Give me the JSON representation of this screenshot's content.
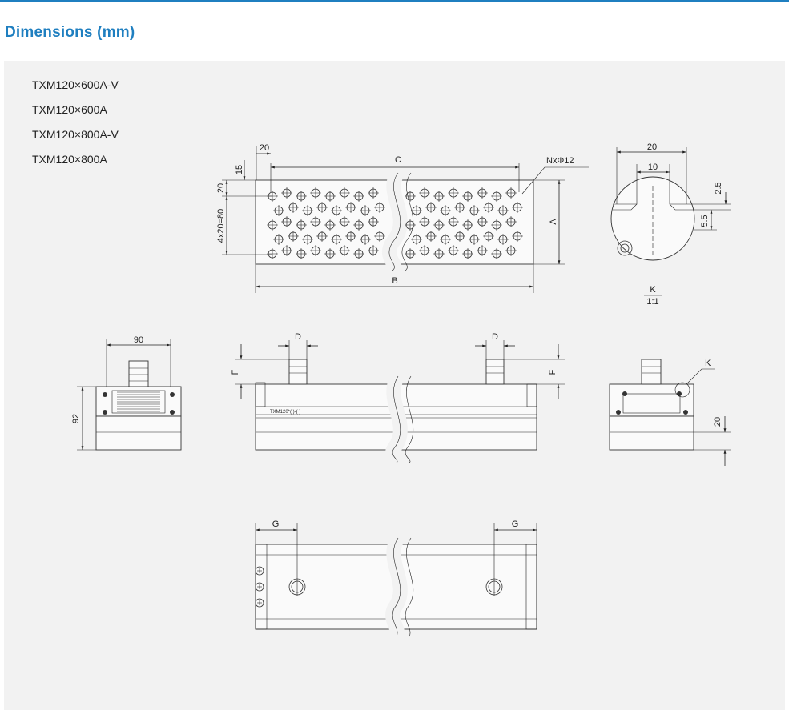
{
  "section_title": "Dimensions (mm)",
  "models": [
    "TXM120×600A-V",
    "TXM120×600A",
    "TXM120×800A-V",
    "TXM120×800A"
  ],
  "top_view": {
    "label_C": "C",
    "label_B": "B",
    "label_A": "A",
    "label_holes": "NxΦ12",
    "dim_20_top": "20",
    "dim_15": "15",
    "dim_20_side": "20",
    "dim_pitch": "4x20=80"
  },
  "detail_view": {
    "dim_20": "20",
    "dim_10": "10",
    "dim_2_5": "2.5",
    "dim_5_5": "5.5",
    "label": "K",
    "scale": "1:1"
  },
  "end_view_left": {
    "dim_90": "90",
    "dim_92": "92"
  },
  "side_view": {
    "label_D_left": "D",
    "label_D_right": "D",
    "label_F_left": "F",
    "label_F_right": "F",
    "marking": "TXM120*(   )-(   )"
  },
  "end_view_right": {
    "label_K": "K",
    "dim_20": "20"
  },
  "bottom_view": {
    "label_G_left": "G",
    "label_G_right": "G"
  }
}
